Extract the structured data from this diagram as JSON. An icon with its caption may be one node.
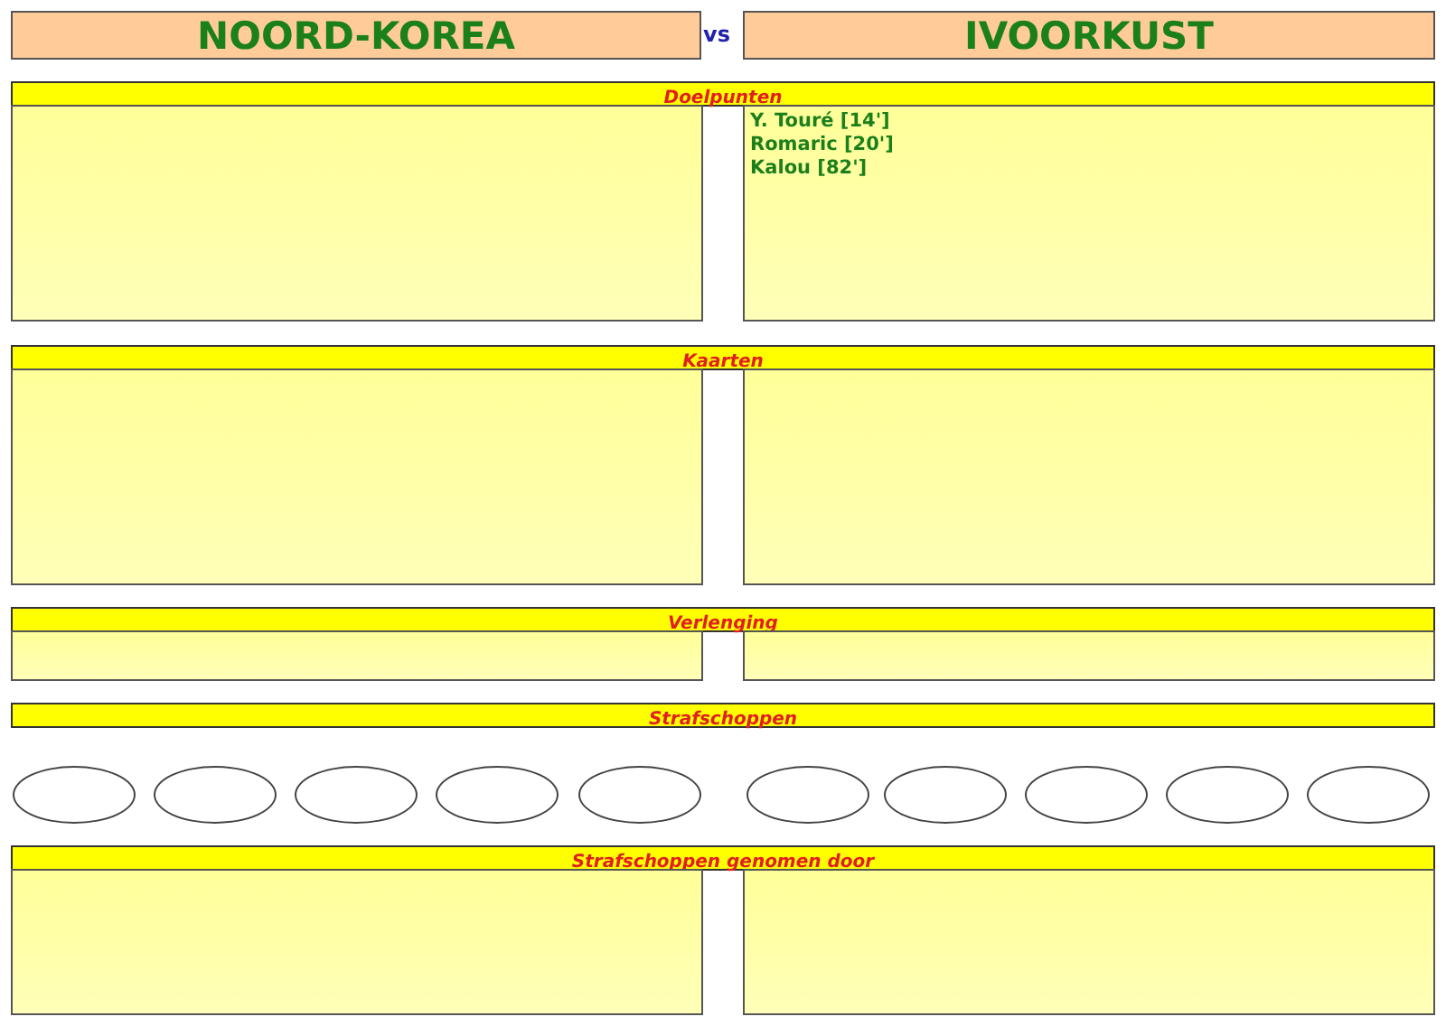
{
  "diagram": {
    "nodes": [
      {
        "text": [
          "NOORD-KOREA"
        ]
      },
      {
        "text": [
          "IVOORKUST"
        ]
      },
      {
        "text": [
          "Doelpunten"
        ]
      },
      {
        "text": [],
        "shape": "box"
      },
      {
        "text": [
          "Y. Touré [14']",
          "Romaric [20']",
          "Kalou [82']"
        ]
      },
      {
        "text": [
          "Kaarten"
        ]
      },
      {
        "text": [],
        "shape": "box"
      },
      {
        "text": [],
        "shape": "box"
      },
      {
        "text": [
          "Verlenging"
        ]
      },
      {
        "text": [],
        "shape": "box"
      },
      {
        "text": [],
        "shape": "box"
      },
      {
        "text": [
          "Strafschoppen"
        ]
      },
      {
        "text": [],
        "shape": "ellipse"
      },
      {
        "text": [],
        "shape": "ellipse"
      },
      {
        "text": [],
        "shape": "ellipse"
      },
      {
        "text": [],
        "shape": "ellipse"
      },
      {
        "text": [],
        "shape": "ellipse"
      },
      {
        "text": [],
        "shape": "ellipse"
      },
      {
        "text": [],
        "shape": "ellipse"
      },
      {
        "text": [],
        "shape": "ellipse"
      },
      {
        "text": [],
        "shape": "ellipse"
      },
      {
        "text": [],
        "shape": "ellipse"
      },
      {
        "text": [
          "Strafschoppen genomen door"
        ]
      },
      {
        "text": [],
        "shape": "box"
      },
      {
        "text": [],
        "shape": "box"
      }
    ],
    "edges": [],
    "labels": [
      "vs"
    ]
  }
}
